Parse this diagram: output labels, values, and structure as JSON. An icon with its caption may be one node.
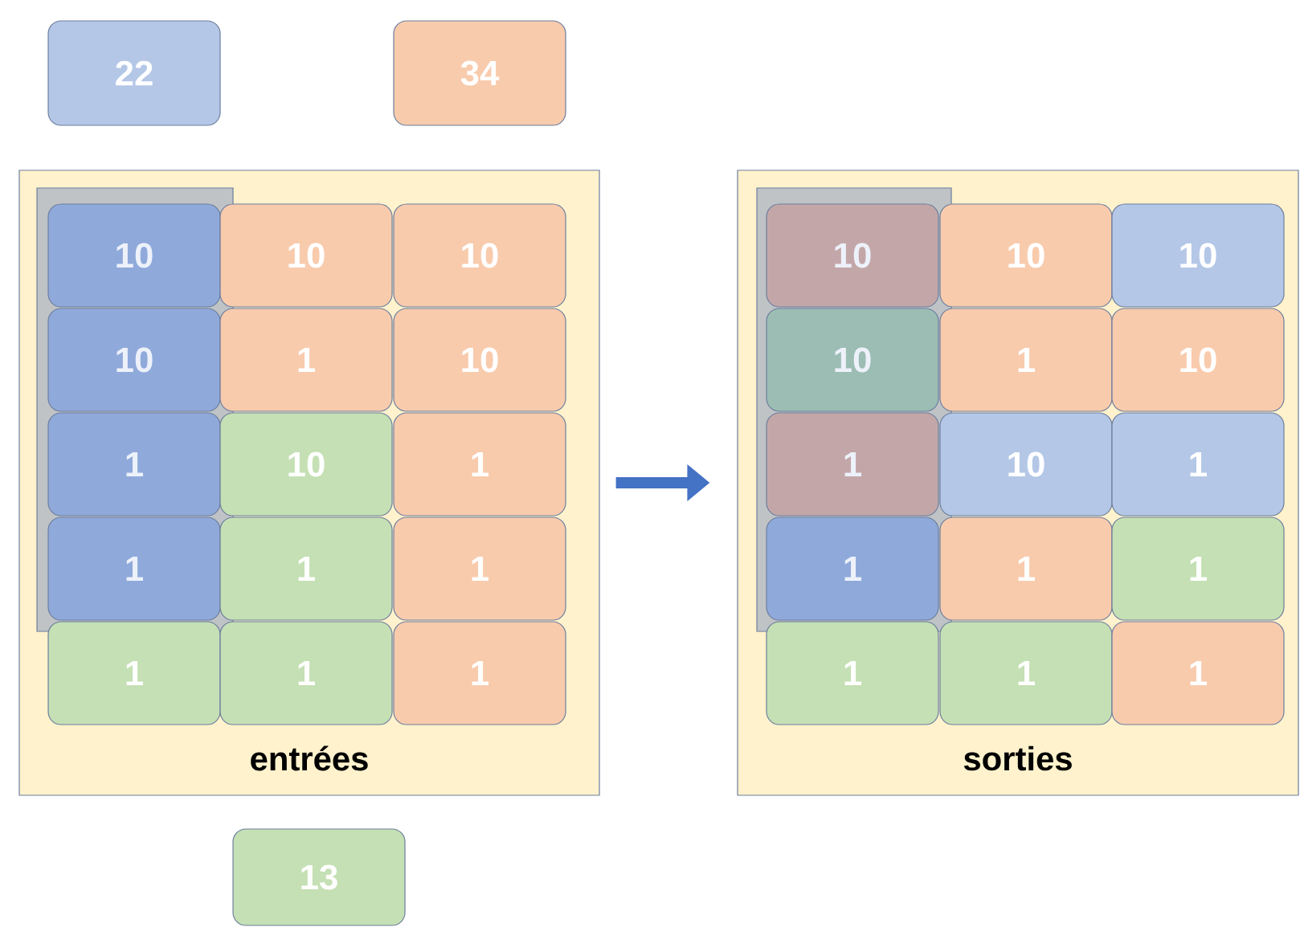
{
  "diagram": {
    "nodes": [
      {
        "text": [
          "22"
        ]
      },
      {
        "text": [
          "34"
        ]
      },
      {
        "text": [
          "entrées"
        ]
      },
      {
        "text": [
          "10"
        ],
        "in": 2
      },
      {
        "text": [
          "10"
        ],
        "in": 2
      },
      {
        "text": [
          "10"
        ],
        "in": 2
      },
      {
        "text": [
          "10"
        ],
        "in": 2
      },
      {
        "text": [
          "1"
        ],
        "in": 2
      },
      {
        "text": [
          "10"
        ],
        "in": 2
      },
      {
        "text": [
          "1"
        ],
        "in": 2
      },
      {
        "text": [
          "10"
        ],
        "in": 2
      },
      {
        "text": [
          "1"
        ],
        "in": 2
      },
      {
        "text": [
          "1"
        ],
        "in": 2
      },
      {
        "text": [
          "1"
        ],
        "in": 2
      },
      {
        "text": [
          "1"
        ],
        "in": 2
      },
      {
        "text": [
          "1"
        ],
        "in": 2
      },
      {
        "text": [
          "1"
        ],
        "in": 2
      },
      {
        "text": [
          "1"
        ],
        "in": 2
      },
      {
        "text": [
          "sorties"
        ]
      },
      {
        "text": [
          "10"
        ],
        "in": 18
      },
      {
        "text": [
          "10"
        ],
        "in": 18
      },
      {
        "text": [
          "10"
        ],
        "in": 18
      },
      {
        "text": [
          "10"
        ],
        "in": 18
      },
      {
        "text": [
          "1"
        ],
        "in": 18
      },
      {
        "text": [
          "10"
        ],
        "in": 18
      },
      {
        "text": [
          "1"
        ],
        "in": 18
      },
      {
        "text": [
          "10"
        ],
        "in": 18
      },
      {
        "text": [
          "1"
        ],
        "in": 18
      },
      {
        "text": [
          "1"
        ],
        "in": 18
      },
      {
        "text": [
          "1"
        ],
        "in": 18
      },
      {
        "text": [
          "1"
        ],
        "in": 18
      },
      {
        "text": [
          "1"
        ],
        "in": 18
      },
      {
        "text": [
          "1"
        ],
        "in": 18
      },
      {
        "text": [
          "1"
        ],
        "in": 18
      },
      {
        "text": [
          "13"
        ]
      }
    ],
    "edges": [
      {
        "from": 2,
        "to": 18,
        "arrow": "to"
      }
    ]
  }
}
